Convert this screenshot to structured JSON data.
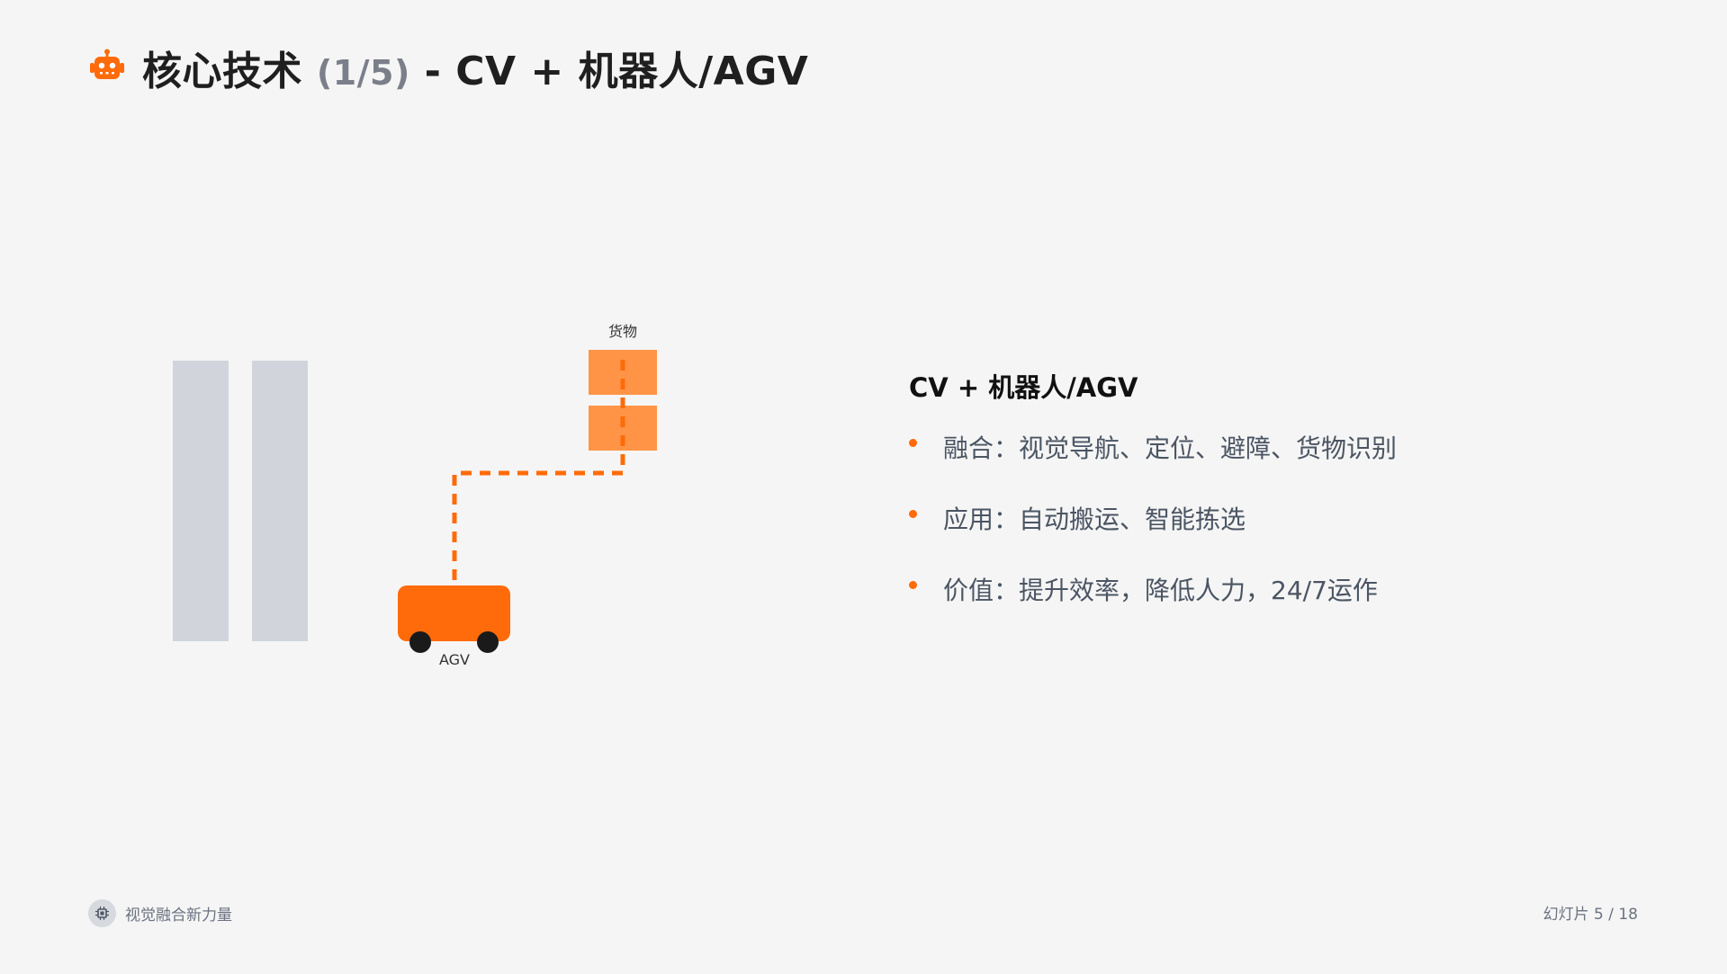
{
  "header": {
    "icon": "robot-icon",
    "title_main": "核心技术 ",
    "title_progress": "(1/5)",
    "title_rest": " - CV + 机器人/AGV"
  },
  "illustration": {
    "cargo_label": "货物",
    "agv_label": "AGV"
  },
  "content": {
    "heading": "CV + 机器人/AGV",
    "bullets": [
      "融合：视觉导航、定位、避障、货物识别",
      "应用：自动搬运、智能拣选",
      "价值：提升效率，降低人力，24/7运作"
    ]
  },
  "footer": {
    "brand_icon": "chip-icon",
    "brand": "视觉融合新力量",
    "slide_number": "幻灯片 5 / 18"
  },
  "colors": {
    "accent": "#ff6b0a",
    "cargo": "#ff9447",
    "shelf": "#d1d5db",
    "background": "#f5f5f5"
  }
}
